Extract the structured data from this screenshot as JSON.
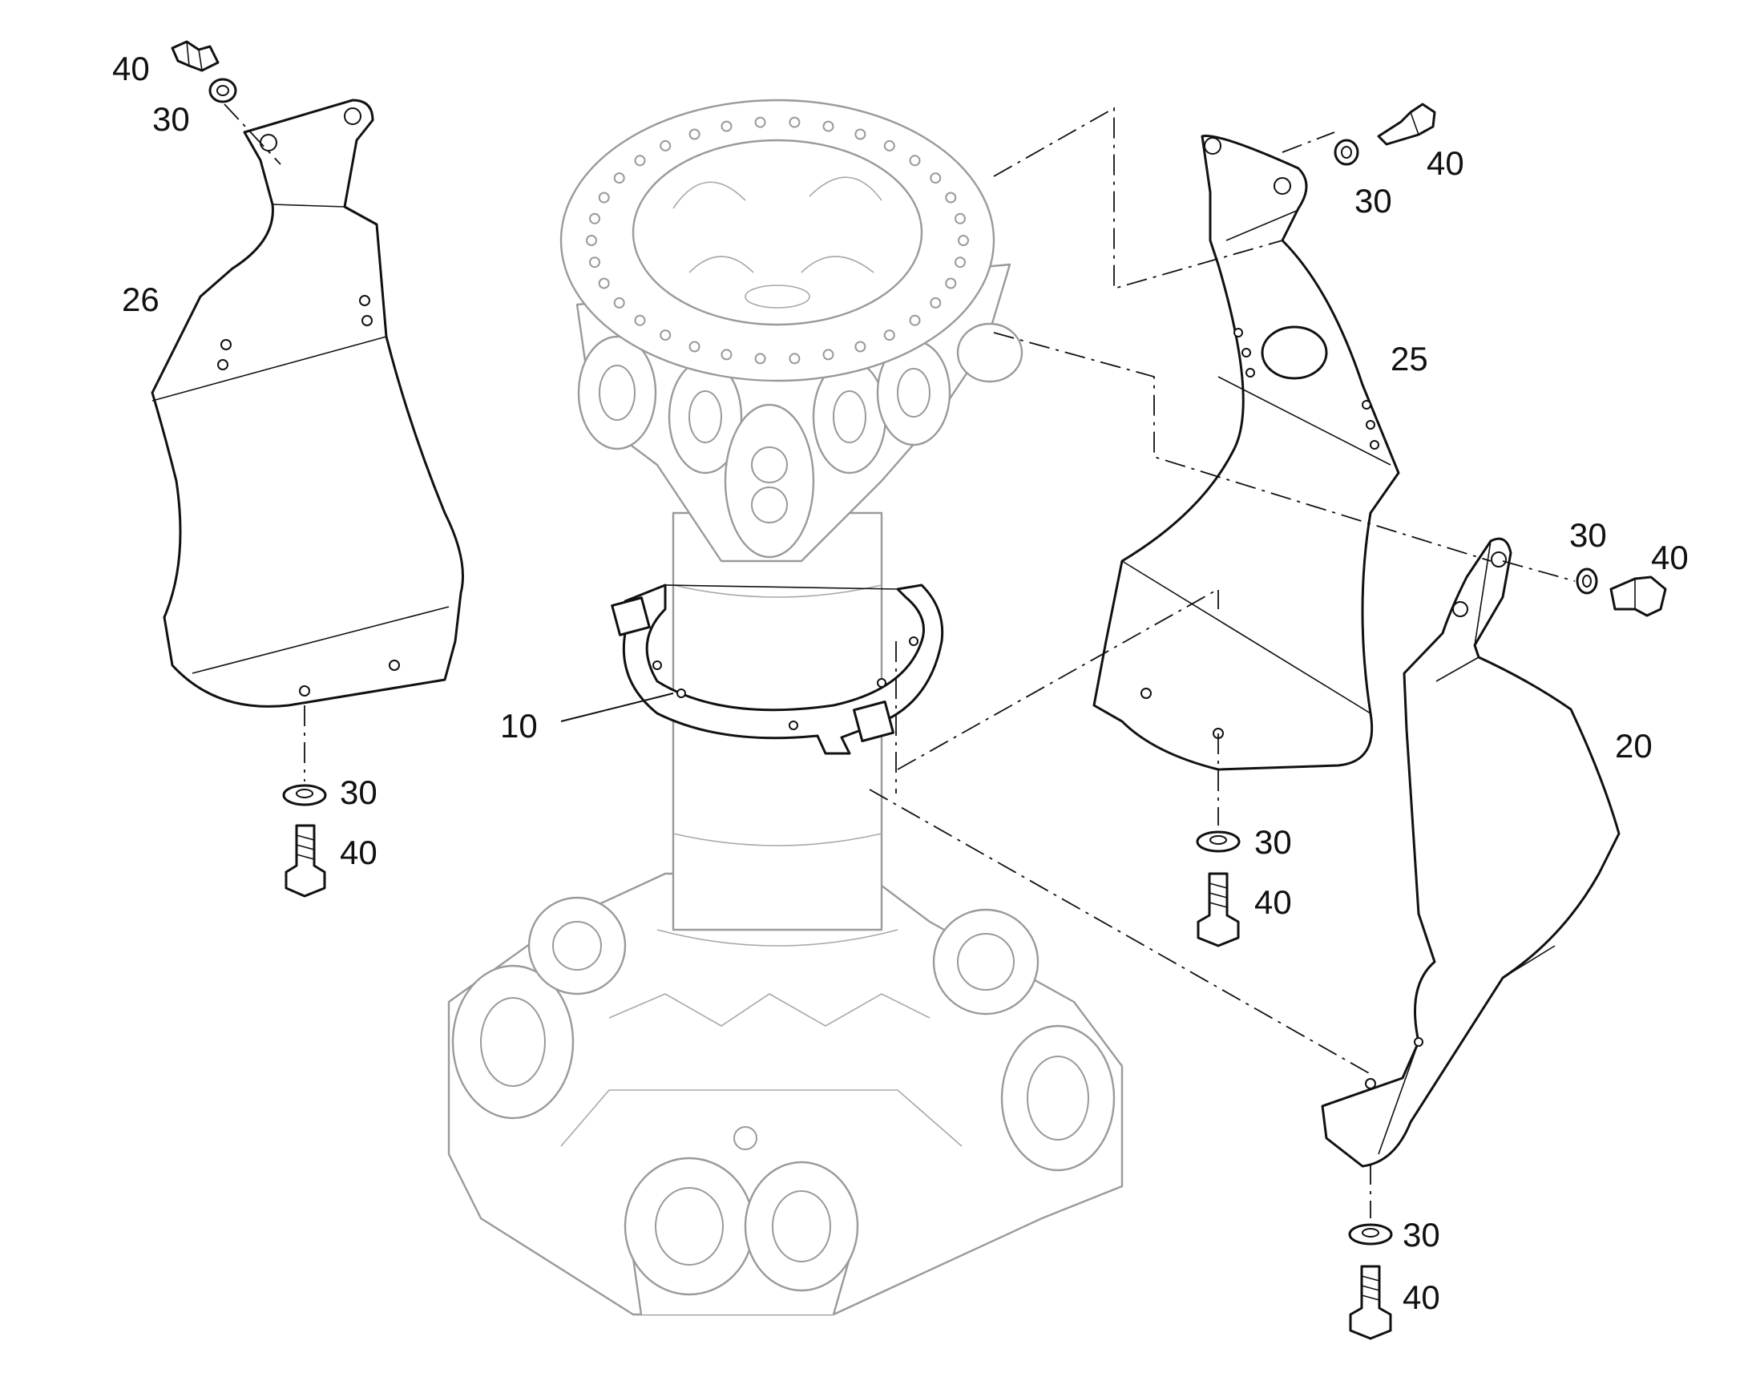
{
  "callouts": {
    "p10": "10",
    "p20": "20",
    "p25": "25",
    "p26": "26",
    "p30": "30",
    "p40": "40"
  },
  "colors": {
    "line": "#111111",
    "background_part": "#9a9a9a",
    "page": "#ffffff"
  }
}
